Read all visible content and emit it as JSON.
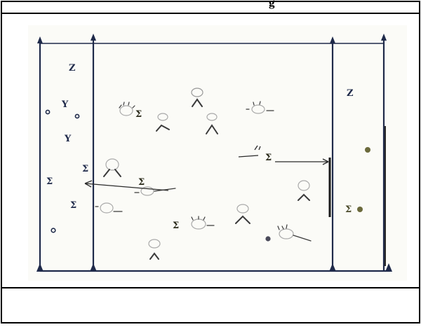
{
  "header": {
    "title_fragment": "g"
  },
  "colors": {
    "page_border": "#000000",
    "diagram_ink": "#1f2a4a",
    "player_ink": "#3a3a3a",
    "ball": "#6b6a3c",
    "sheet_tint": "#fbfbf7"
  },
  "diagram": {
    "symbols": {
      "letter_z": "Z",
      "letter_y": "Y",
      "sigma": "Σ",
      "left_zone": [
        "Z",
        "Y",
        "Y",
        "Σ",
        "Σ",
        "Σ"
      ],
      "right_zone": [
        "Z",
        "Σ"
      ],
      "center": [
        "Σ",
        "Σ",
        "Σ",
        "Σ"
      ]
    },
    "icons": [
      "arrow-up-icon",
      "player-figure-icon",
      "ball-icon",
      "pass-arrow-icon",
      "cone-icon"
    ]
  }
}
